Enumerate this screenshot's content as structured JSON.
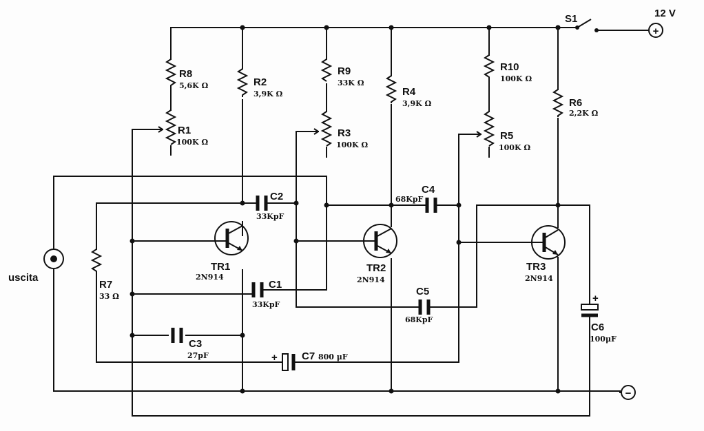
{
  "supply": {
    "voltage": "12 V",
    "plus_symbol": "+",
    "minus_symbol": "−",
    "switch": "S1"
  },
  "output": {
    "label": "uscita"
  },
  "resistors": [
    {
      "name": "R8",
      "value": "5,6K Ω"
    },
    {
      "name": "R1",
      "value": "100K Ω"
    },
    {
      "name": "R2",
      "value": "3,9K Ω"
    },
    {
      "name": "R9",
      "value": "33K Ω"
    },
    {
      "name": "R3",
      "value": "100K Ω"
    },
    {
      "name": "R4",
      "value": "3,9K Ω"
    },
    {
      "name": "R10",
      "value": "100K Ω"
    },
    {
      "name": "R5",
      "value": "100K Ω"
    },
    {
      "name": "R6",
      "value": "2,2K Ω"
    },
    {
      "name": "R7",
      "value": "33 Ω"
    }
  ],
  "capacitors": [
    {
      "name": "C2",
      "value": "33KpF"
    },
    {
      "name": "C1",
      "value": "33KpF"
    },
    {
      "name": "C4",
      "value": "68KpF"
    },
    {
      "name": "C5",
      "value": "68KpF"
    },
    {
      "name": "C3",
      "value": "27pF"
    },
    {
      "name": "C7",
      "value": "800 μF",
      "polarity": "+"
    },
    {
      "name": "C6",
      "value": "100μF",
      "polarity": "+"
    }
  ],
  "transistors": [
    {
      "name": "TR1",
      "model": "2N914"
    },
    {
      "name": "TR2",
      "model": "2N914"
    },
    {
      "name": "TR3",
      "model": "2N914"
    }
  ]
}
